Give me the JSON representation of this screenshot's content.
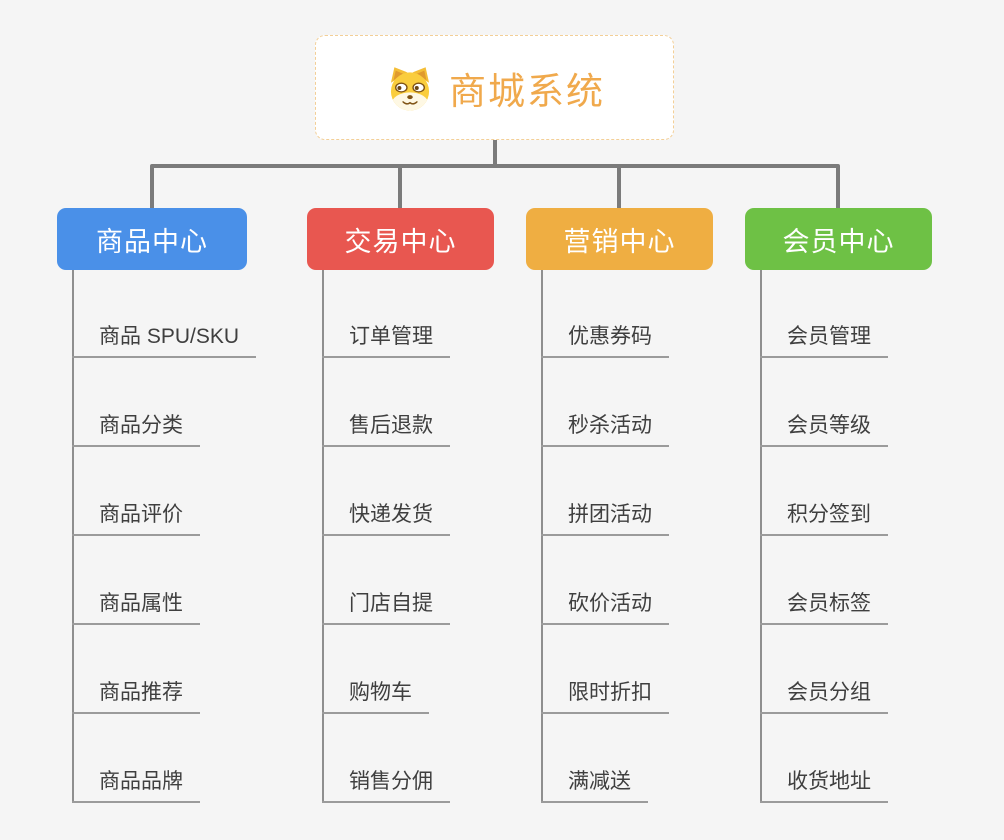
{
  "root": {
    "title": "商城系统",
    "title_color": "#f0a94c",
    "icon": "dog-face-icon"
  },
  "branches": [
    {
      "label": "商品中心",
      "color": "#4a90e8",
      "children": [
        "商品 SPU/SKU",
        "商品分类",
        "商品评价",
        "商品属性",
        "商品推荐",
        "商品品牌"
      ]
    },
    {
      "label": "交易中心",
      "color": "#e85750",
      "children": [
        "订单管理",
        "售后退款",
        "快递发货",
        "门店自提",
        "购物车",
        "销售分佣"
      ]
    },
    {
      "label": "营销中心",
      "color": "#efae42",
      "children": [
        "优惠券码",
        "秒杀活动",
        "拼团活动",
        "砍价活动",
        "限时折扣",
        "满减送"
      ]
    },
    {
      "label": "会员中心",
      "color": "#6ec145",
      "children": [
        "会员管理",
        "会员等级",
        "积分签到",
        "会员标签",
        "会员分组",
        "收货地址"
      ]
    }
  ],
  "colors": {
    "background": "#f5f5f5",
    "connector": "#7b7b7b",
    "child_line": "#9b9b9b",
    "child_text": "#3f3f3f",
    "root_border": "#f3cf97"
  }
}
